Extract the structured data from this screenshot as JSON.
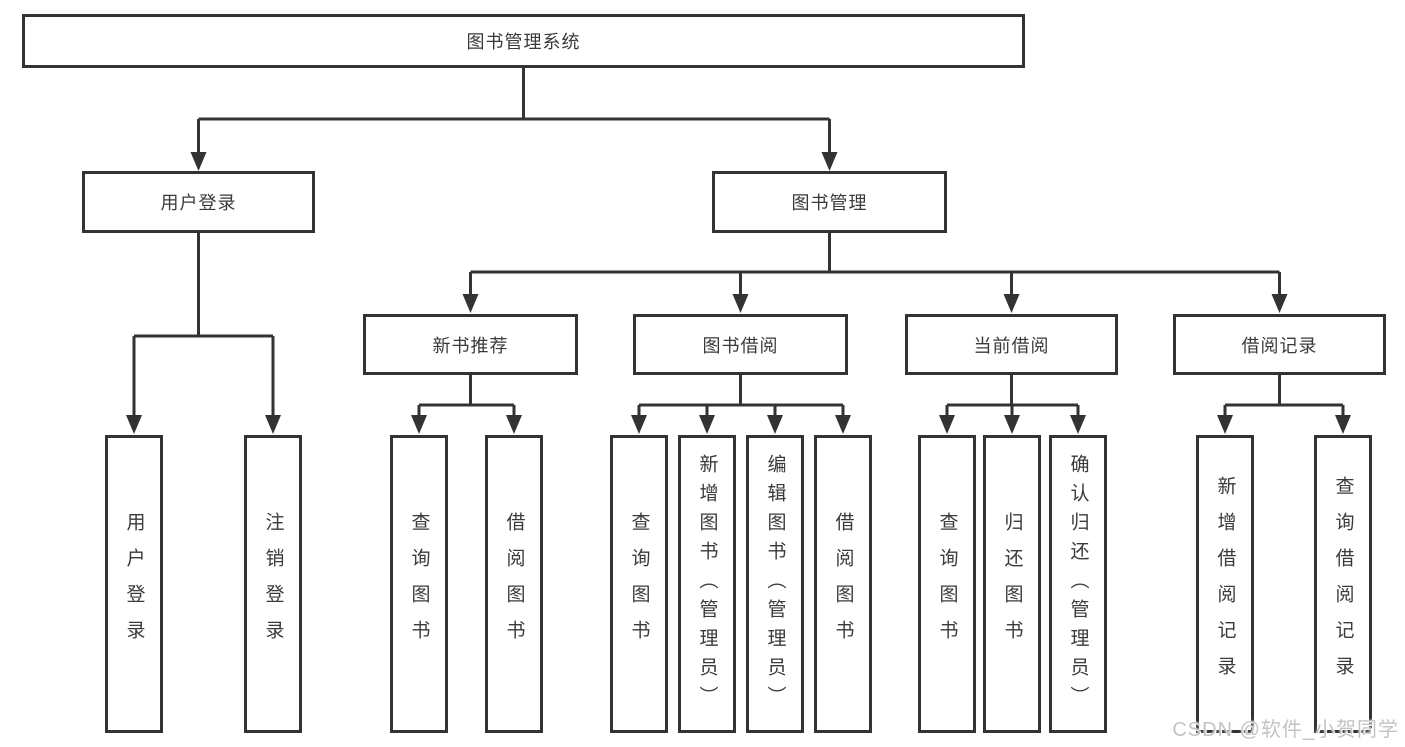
{
  "diagram": {
    "root": {
      "label": "图书管理系统"
    },
    "level2": [
      {
        "label": "用户登录"
      },
      {
        "label": "图书管理"
      }
    ],
    "level3": [
      {
        "label": "新书推荐"
      },
      {
        "label": "图书借阅"
      },
      {
        "label": "当前借阅"
      },
      {
        "label": "借阅记录"
      }
    ],
    "leaves": {
      "user_login": [
        "用户登录",
        "注销登录"
      ],
      "new_books": [
        "查询图书",
        "借阅图书"
      ],
      "book_borrow": [
        "查询图书",
        "新增图书（管理员）",
        "编辑图书（管理员）",
        "借阅图书"
      ],
      "current_borrow": [
        "查询图书",
        "归还图书",
        "确认归还（管理员）"
      ],
      "borrow_records": [
        "新增借阅记录",
        "查询借阅记录"
      ]
    },
    "colors": {
      "line": "#333333",
      "border": "#333333",
      "text": "#3a3a3a",
      "watermark": "#c3c3c3",
      "background": "#ffffff"
    },
    "watermark": "CSDN @软件_小贺同学"
  }
}
